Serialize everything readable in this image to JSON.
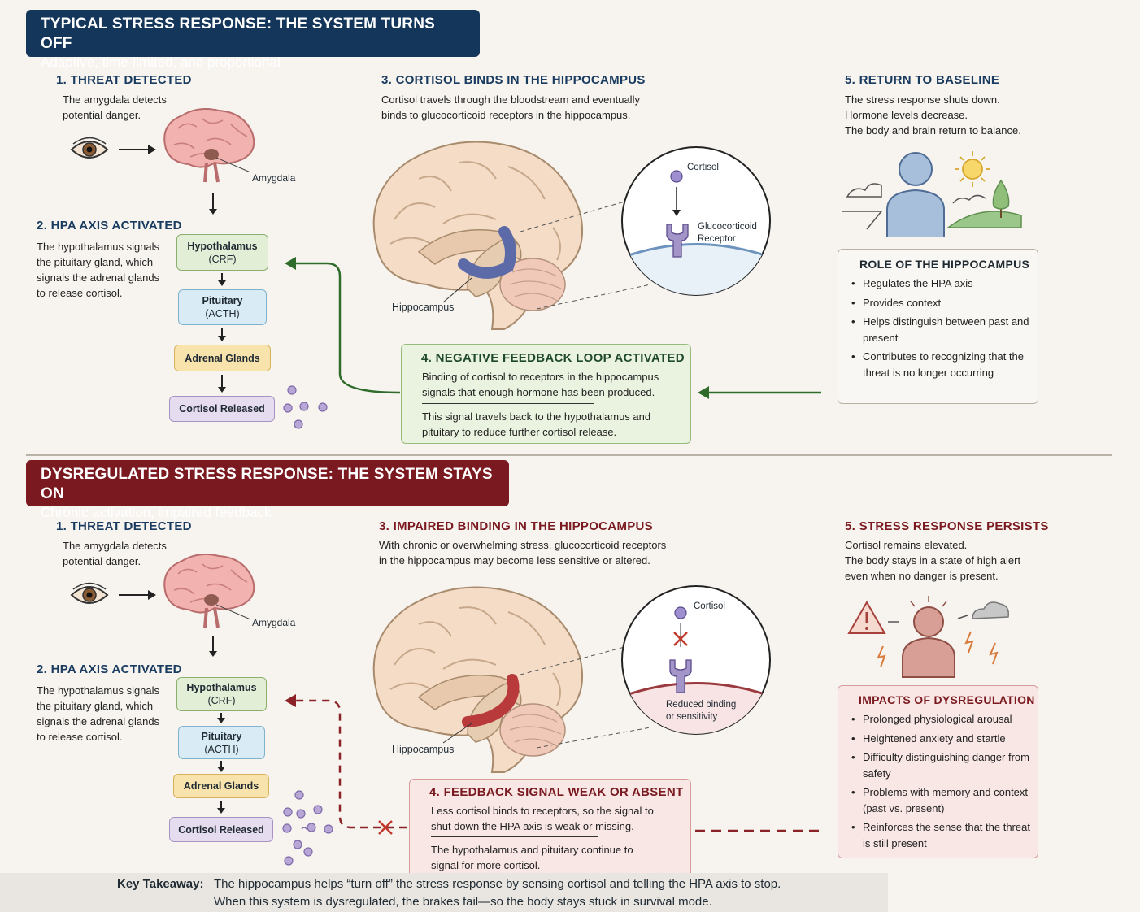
{
  "top": {
    "banner_title": "TYPICAL STRESS RESPONSE: THE SYSTEM TURNS OFF",
    "banner_sub": "Adaptive, time-limited, and proportional",
    "s1_title": "1. THREAT DETECTED",
    "s1_text": [
      "The amygdala detects",
      "potential danger."
    ],
    "amygdala": "Amygdala",
    "s2_title": "2. HPA AXIS ACTIVATED",
    "s2_text": [
      "The hypothalamus signals",
      "the pituitary gland, which",
      "signals the adrenal glands",
      "to release cortisol."
    ],
    "hypo": "Hypothalamus",
    "hypo_sub": "(CRF)",
    "pit": "Pituitary",
    "pit_sub": "(ACTH)",
    "adrenal": "Adrenal Glands",
    "released": "Cortisol Released",
    "s3_title": "3. CORTISOL BINDS IN THE HIPPOCAMPUS",
    "s3_text": [
      "Cortisol travels through the bloodstream and eventually",
      "binds to glucocorticoid receptors in the hippocampus."
    ],
    "hippocampus": "Hippocampus",
    "inset_cortisol": "Cortisol",
    "inset_receptor": [
      "Glucocorticoid",
      "Receptor"
    ],
    "s4_title": "4. NEGATIVE FEEDBACK LOOP ACTIVATED",
    "s4_text1": [
      "Binding of cortisol to receptors in the hippocampus",
      "signals that enough hormone has been produced."
    ],
    "s4_text2": [
      "This signal travels back to the hypothalamus and",
      "pituitary to reduce further cortisol release."
    ],
    "s5_title": "5. RETURN TO BASELINE",
    "s5_text": [
      "The stress response shuts down.",
      "Hormone levels decrease.",
      "The body and brain return to balance."
    ],
    "role_title": "ROLE OF THE HIPPOCAMPUS",
    "role_items": [
      "Regulates the HPA axis",
      "Provides context",
      "Helps distinguish between past and present",
      "Contributes to recognizing that the threat is no longer occurring"
    ]
  },
  "bottom": {
    "banner_title": "DYSREGULATED STRESS RESPONSE: THE SYSTEM STAYS ON",
    "banner_sub": "Chronic activation, impaired feedback",
    "s1_title": "1. THREAT DETECTED",
    "s1_text": [
      "The amygdala detects",
      "potential danger."
    ],
    "amygdala": "Amygdala",
    "s2_title": "2. HPA AXIS ACTIVATED",
    "s2_text": [
      "The hypothalamus signals",
      "the pituitary gland, which",
      "signals the adrenal glands",
      "to release cortisol."
    ],
    "hypo": "Hypothalamus",
    "hypo_sub": "(CRF)",
    "pit": "Pituitary",
    "pit_sub": "(ACTH)",
    "adrenal": "Adrenal Glands",
    "released": "Cortisol Released",
    "s3_title": "3. IMPAIRED BINDING IN THE HIPPOCAMPUS",
    "s3_text": [
      "With chronic or overwhelming stress, glucocorticoid receptors",
      "in the hippocampus may become less sensitive or altered."
    ],
    "hippocampus": "Hippocampus",
    "inset_cortisol": "Cortisol",
    "inset_reduced": [
      "Reduced binding",
      "or sensitivity"
    ],
    "s4_title": "4. FEEDBACK SIGNAL WEAK OR ABSENT",
    "s4_text1": [
      "Less cortisol binds to receptors, so the signal to",
      "shut down the HPA axis is weak or missing."
    ],
    "s4_text2": [
      "The hypothalamus and pituitary continue to",
      "signal for more cortisol."
    ],
    "s5_title": "5. STRESS RESPONSE PERSISTS",
    "s5_text": [
      "Cortisol remains elevated.",
      "The body stays in a state of high alert",
      "even when no danger is present."
    ],
    "impact_title": "IMPACTS OF DYSREGULATION",
    "impact_items": [
      "Prolonged physiological arousal",
      "Heightened anxiety and startle",
      "Difficulty distinguishing danger from safety",
      "Problems with memory and context (past vs. present)",
      "Reinforces the sense that the threat is still present"
    ]
  },
  "takeaway": {
    "label": "Key Takeaway:",
    "line1": "The hippocampus helps “turn off” the stress response by sensing cortisol and telling the HPA axis to stop.",
    "line2": "When this system is dysregulated, the brakes fail—so the body stays stuck in survival mode."
  },
  "colors": {
    "navy": "#14365b",
    "maroon": "#7a1a20",
    "green_arrow": "#2f6b2a",
    "red_dash": "#8a2228"
  }
}
